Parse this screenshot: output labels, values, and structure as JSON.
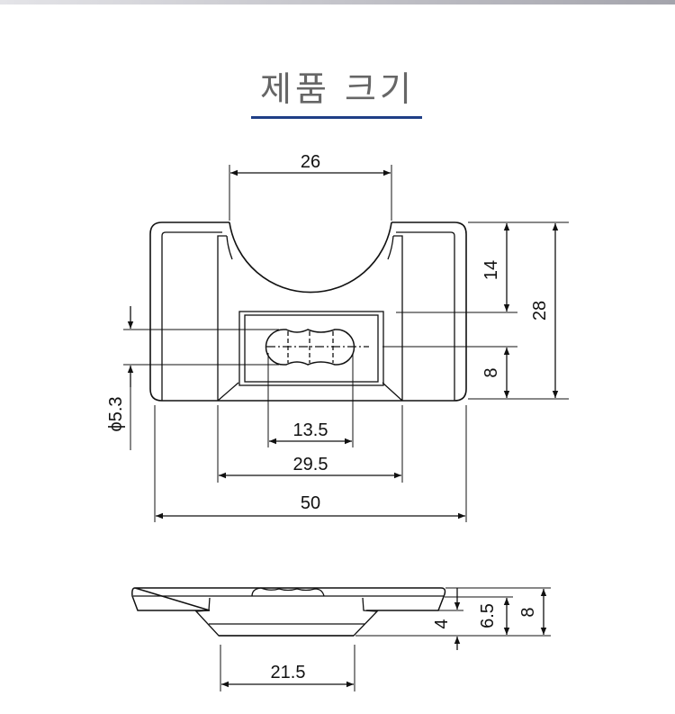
{
  "title": "제품 크기",
  "colors": {
    "accent": "#1f3f86",
    "line": "#111111"
  },
  "top_view": {
    "dims": {
      "top_width": "26",
      "height_upper": "14",
      "height_total": "28",
      "height_lower": "8",
      "hole_dia": "ϕ5.3",
      "slot_length": "13.5",
      "inner_width": "29.5",
      "overall_width": "50"
    }
  },
  "side_view": {
    "dims": {
      "base_width": "21.5",
      "depth": "4",
      "mid_height": "6.5",
      "total_height": "8"
    }
  }
}
